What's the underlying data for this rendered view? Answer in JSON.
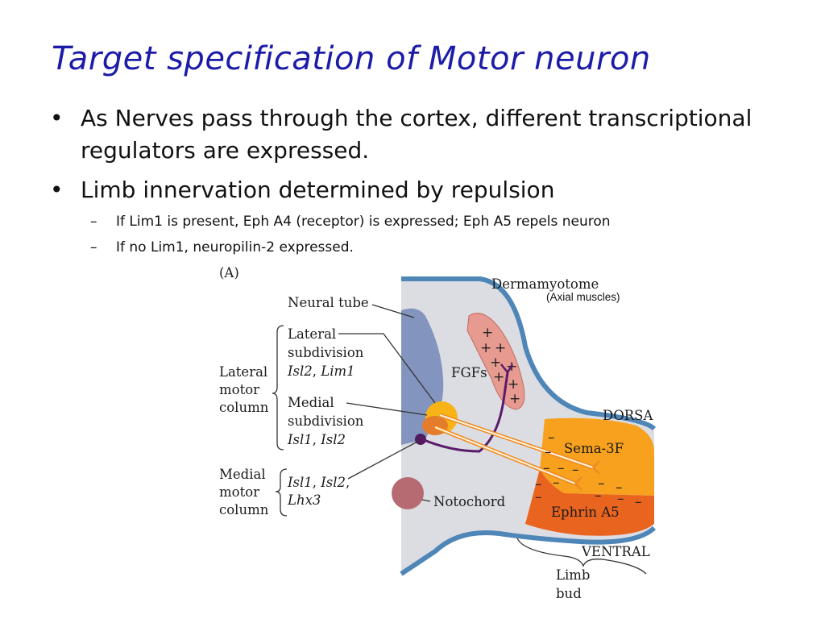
{
  "slide": {
    "title": "Target specification of Motor neuron",
    "bullets": [
      {
        "text": "As Nerves pass through the cortex, different transcriptional regulators are expressed.",
        "sub": []
      },
      {
        "text": "Limb innervation determined by repulsion",
        "sub": [
          "If Lim1 is present, Eph A4 (receptor) is expressed; Eph A5 repels neuron",
          "If no Lim1, neuropilin-2 expressed."
        ]
      }
    ]
  },
  "figure": {
    "panel_label": "(A)",
    "labels": {
      "neural_tube": "Neural tube",
      "lateral_motor_column": [
        "Lateral",
        "motor",
        "column"
      ],
      "lateral_subdivision": [
        "Lateral",
        "subdivision"
      ],
      "lateral_subdivision_genes": [
        "Isl2",
        "Lim1"
      ],
      "medial_subdivision": [
        "Medial",
        "subdivision"
      ],
      "medial_subdivision_genes": [
        "Isl1",
        "Isl2"
      ],
      "medial_motor_column": [
        "Medial",
        "motor",
        "column"
      ],
      "medial_motor_column_genes": [
        "Isl1",
        "Isl2",
        "Lhx3"
      ],
      "notochord": "Notochord",
      "dermamyotome": "Dermamyotome",
      "axial_muscles": "(Axial muscles)",
      "fgfs": "FGFs",
      "dorsal": "DORSA",
      "sema": "Sema-3F",
      "ephrin": "Ephrin A5",
      "ventral": "VENTRAL",
      "limb_bud": [
        "Limb",
        "bud"
      ]
    },
    "colors": {
      "neural_tube": "#8395bf",
      "tissue": "#dcdde2",
      "ectoderm": "#4f86b8",
      "dermamyotome": "#e79a90",
      "sema_region": "#f7a11e",
      "ephrin_region": "#e9641f",
      "lateral_column": "#f8b316",
      "medial_column": "#e47c2b",
      "medial_motor_column": "#4f1c5c",
      "notochord": "#b66a72",
      "axon_orange": "#ee8a22",
      "axon_purple": "#5a1b6a",
      "title": "#1c1ca8"
    }
  }
}
